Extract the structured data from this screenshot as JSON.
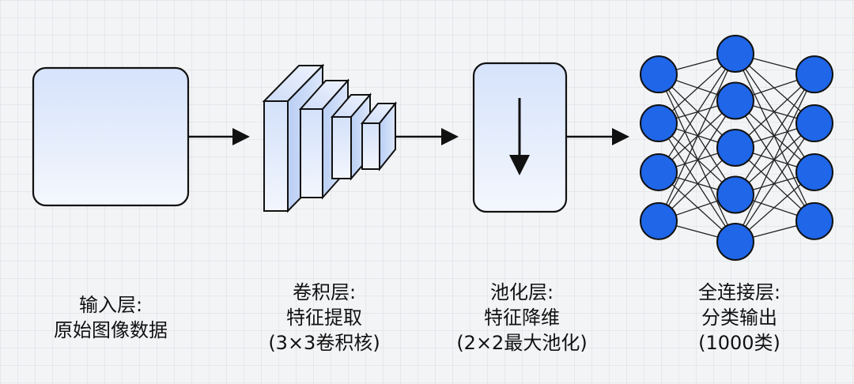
{
  "colors": {
    "background": "#f3f4f6",
    "box_fill_top": "#d6e3fb",
    "box_fill_bottom": "#f4f7fd",
    "stroke": "#111111",
    "neuron": "#1f66e8",
    "text": "#111111"
  },
  "stages": [
    {
      "id": "input",
      "title": "输入层:",
      "desc": "原始图像数据",
      "detail": ""
    },
    {
      "id": "conv",
      "title": "卷积层:",
      "desc": "特征提取",
      "detail": "(3×3卷积核)"
    },
    {
      "id": "pool",
      "title": "池化层:",
      "desc": "特征降维",
      "detail": "(2×2最大池化)"
    },
    {
      "id": "fc",
      "title": "全连接层:",
      "desc": "分类输出",
      "detail": "(1000类)"
    }
  ],
  "network": {
    "layer_sizes": [
      4,
      5,
      4
    ]
  },
  "icons": {
    "flow_arrow": "right-arrow-icon",
    "pool_arrow": "down-arrow-icon"
  }
}
